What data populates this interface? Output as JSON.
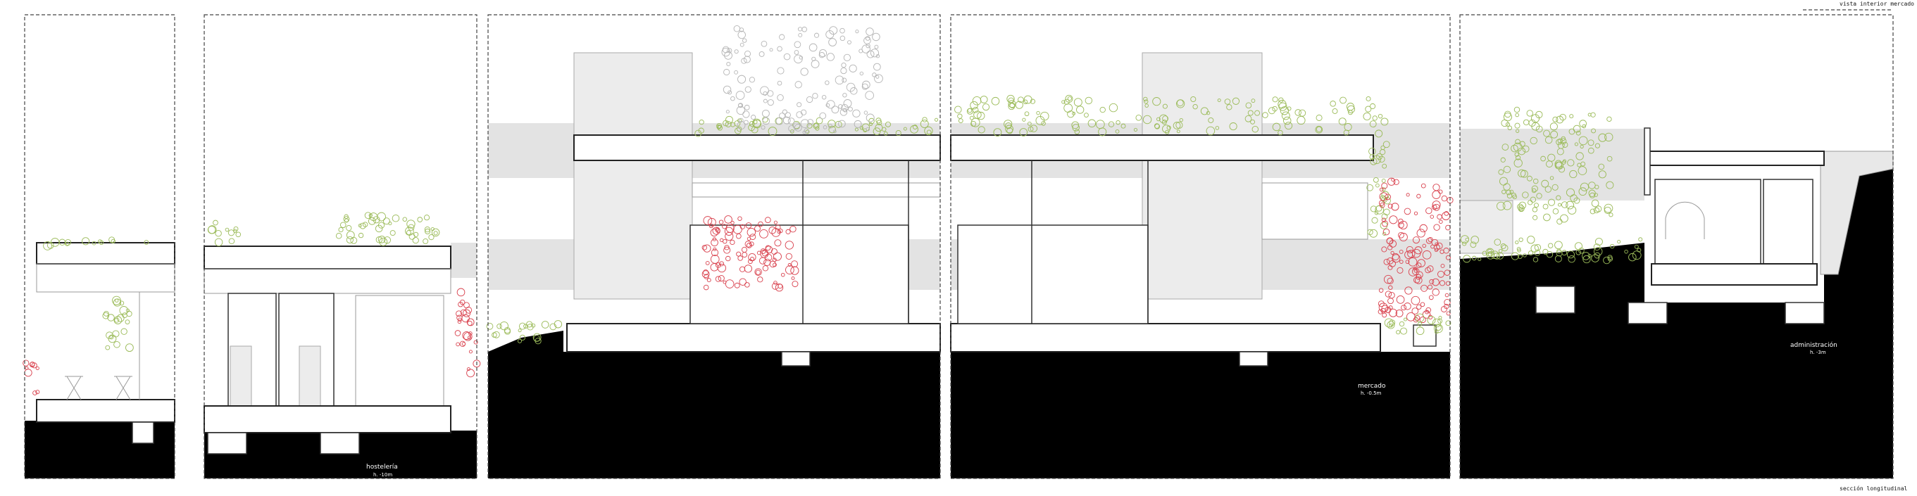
{
  "header": {
    "view_title": "vista interior mercado"
  },
  "footer": {
    "section_title": "sección longitudinal"
  },
  "panels": [
    {
      "id": "terraza"
    },
    {
      "id": "hosteleria",
      "label": "hostelería",
      "level": "h. -10m"
    },
    {
      "id": "mercado-norte"
    },
    {
      "id": "mercado",
      "label": "mercado",
      "level": "h. -0.5m"
    },
    {
      "id": "administracion",
      "label": "administración",
      "level": "h. -3m"
    }
  ],
  "colors": {
    "vegetation": "#9bbb59",
    "flowering_tree": "#d9434f",
    "ground": "#000000",
    "band": "#e3e3e3"
  }
}
